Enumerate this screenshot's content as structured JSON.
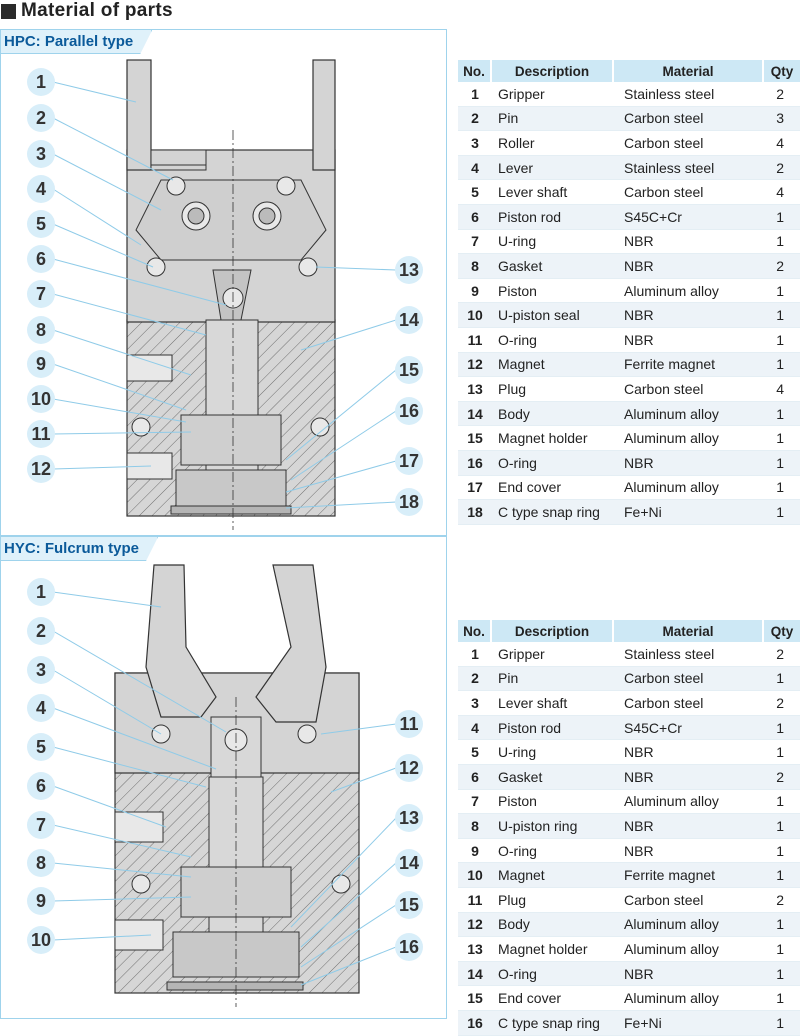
{
  "page": {
    "title": "Material of parts"
  },
  "hpc": {
    "label": "HPC: Parallel type",
    "callouts": [
      "1",
      "2",
      "3",
      "4",
      "5",
      "6",
      "7",
      "8",
      "9",
      "10",
      "11",
      "12",
      "13",
      "14",
      "15",
      "16",
      "17",
      "18"
    ]
  },
  "hyc": {
    "label": "HYC: Fulcrum type",
    "callouts": [
      "1",
      "2",
      "3",
      "4",
      "5",
      "6",
      "7",
      "8",
      "9",
      "10",
      "11",
      "12",
      "13",
      "14",
      "15",
      "16"
    ]
  },
  "table_headers": {
    "no": "No.",
    "description": "Description",
    "material": "Material",
    "qty": "Qty"
  },
  "hpc_parts": [
    {
      "no": "1",
      "desc": "Gripper",
      "mat": "Stainless steel",
      "qty": "2"
    },
    {
      "no": "2",
      "desc": "Pin",
      "mat": "Carbon steel",
      "qty": "3"
    },
    {
      "no": "3",
      "desc": "Roller",
      "mat": "Carbon steel",
      "qty": "4"
    },
    {
      "no": "4",
      "desc": "Lever",
      "mat": "Stainless steel",
      "qty": "2"
    },
    {
      "no": "5",
      "desc": "Lever shaft",
      "mat": "Carbon steel",
      "qty": "4"
    },
    {
      "no": "6",
      "desc": "Piston rod",
      "mat": "S45C+Cr",
      "qty": "1"
    },
    {
      "no": "7",
      "desc": "U-ring",
      "mat": "NBR",
      "qty": "1"
    },
    {
      "no": "8",
      "desc": "Gasket",
      "mat": "NBR",
      "qty": "2"
    },
    {
      "no": "9",
      "desc": "Piston",
      "mat": "Aluminum alloy",
      "qty": "1"
    },
    {
      "no": "10",
      "desc": "U-piston seal",
      "mat": "NBR",
      "qty": "1"
    },
    {
      "no": "11",
      "desc": "O-ring",
      "mat": "NBR",
      "qty": "1"
    },
    {
      "no": "12",
      "desc": "Magnet",
      "mat": "Ferrite magnet",
      "qty": "1"
    },
    {
      "no": "13",
      "desc": "Plug",
      "mat": "Carbon steel",
      "qty": "4"
    },
    {
      "no": "14",
      "desc": "Body",
      "mat": "Aluminum alloy",
      "qty": "1"
    },
    {
      "no": "15",
      "desc": "Magnet holder",
      "mat": "Aluminum alloy",
      "qty": "1"
    },
    {
      "no": "16",
      "desc": "O-ring",
      "mat": "NBR",
      "qty": "1"
    },
    {
      "no": "17",
      "desc": "End cover",
      "mat": "Aluminum alloy",
      "qty": "1"
    },
    {
      "no": "18",
      "desc": "C type snap ring",
      "mat": "Fe+Ni",
      "qty": "1"
    }
  ],
  "hyc_parts": [
    {
      "no": "1",
      "desc": "Gripper",
      "mat": "Stainless steel",
      "qty": "2"
    },
    {
      "no": "2",
      "desc": "Pin",
      "mat": "Carbon steel",
      "qty": "1"
    },
    {
      "no": "3",
      "desc": "Lever shaft",
      "mat": "Carbon steel",
      "qty": "2"
    },
    {
      "no": "4",
      "desc": "Piston rod",
      "mat": "S45C+Cr",
      "qty": "1"
    },
    {
      "no": "5",
      "desc": "U-ring",
      "mat": "NBR",
      "qty": "1"
    },
    {
      "no": "6",
      "desc": "Gasket",
      "mat": "NBR",
      "qty": "2"
    },
    {
      "no": "7",
      "desc": "Piston",
      "mat": "Aluminum alloy",
      "qty": "1"
    },
    {
      "no": "8",
      "desc": "U-piston ring",
      "mat": "NBR",
      "qty": "1"
    },
    {
      "no": "9",
      "desc": "O-ring",
      "mat": "NBR",
      "qty": "1"
    },
    {
      "no": "10",
      "desc": "Magnet",
      "mat": "Ferrite magnet",
      "qty": "1"
    },
    {
      "no": "11",
      "desc": "Plug",
      "mat": "Carbon steel",
      "qty": "2"
    },
    {
      "no": "12",
      "desc": "Body",
      "mat": "Aluminum alloy",
      "qty": "1"
    },
    {
      "no": "13",
      "desc": "Magnet holder",
      "mat": "Aluminum alloy",
      "qty": "1"
    },
    {
      "no": "14",
      "desc": "O-ring",
      "mat": "NBR",
      "qty": "1"
    },
    {
      "no": "15",
      "desc": "End cover",
      "mat": "Aluminum alloy",
      "qty": "1"
    },
    {
      "no": "16",
      "desc": "C type snap ring",
      "mat": "Fe+Ni",
      "qty": "1"
    }
  ],
  "colors": {
    "accent": "#0b5a9a",
    "panel_border": "#9fd3ec",
    "header_bg": "#cde8f5",
    "row_alt": "#edf3f8",
    "callout_bg": "#d8eef9",
    "part_gray": "#d4d4d4"
  }
}
